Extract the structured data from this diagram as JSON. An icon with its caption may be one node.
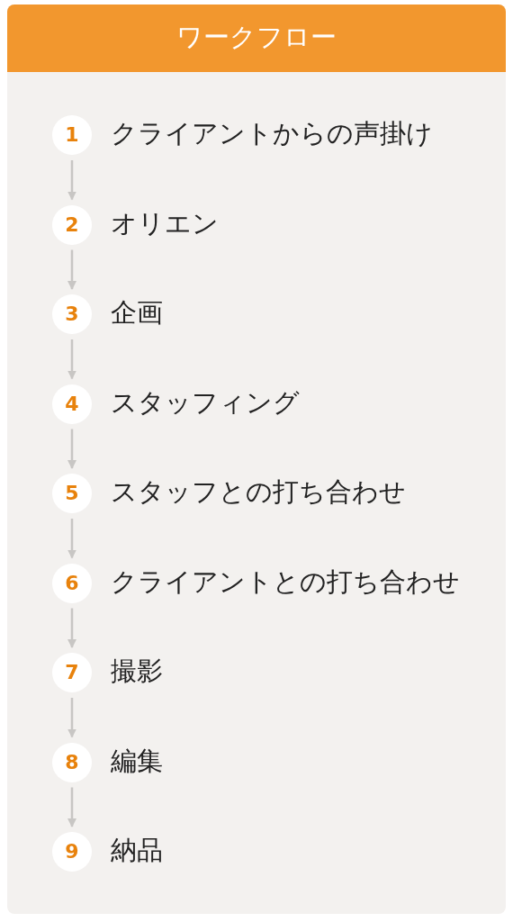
{
  "diagram": {
    "title": "ワークフロー",
    "nodes": [
      {
        "text": [
          "1"
        ],
        "beside": [
          "クライアントからの声掛け"
        ]
      },
      {
        "text": [
          "2"
        ],
        "beside": [
          "オリエン"
        ]
      },
      {
        "text": [
          "3"
        ],
        "beside": [
          "企画"
        ]
      },
      {
        "text": [
          "4"
        ],
        "beside": [
          "スタッフィング"
        ]
      },
      {
        "text": [
          "5"
        ],
        "beside": [
          "スタッフとの打ち合わせ"
        ]
      },
      {
        "text": [
          "6"
        ],
        "beside": [
          "クライアントとの打ち合わせ"
        ]
      },
      {
        "text": [
          "7"
        ],
        "beside": [
          "撮影"
        ]
      },
      {
        "text": [
          "8"
        ],
        "beside": [
          "編集"
        ]
      },
      {
        "text": [
          "9"
        ],
        "beside": [
          "納品"
        ]
      }
    ],
    "edges": [
      {
        "from": 0,
        "to": 1,
        "arrow": "to"
      },
      {
        "from": 1,
        "to": 2,
        "arrow": "to"
      },
      {
        "from": 2,
        "to": 3,
        "arrow": "to"
      },
      {
        "from": 3,
        "to": 4,
        "arrow": "to"
      },
      {
        "from": 4,
        "to": 5,
        "arrow": "to"
      },
      {
        "from": 5,
        "to": 6,
        "arrow": "to"
      },
      {
        "from": 6,
        "to": 7,
        "arrow": "to"
      },
      {
        "from": 7,
        "to": 8,
        "arrow": "to"
      }
    ]
  }
}
